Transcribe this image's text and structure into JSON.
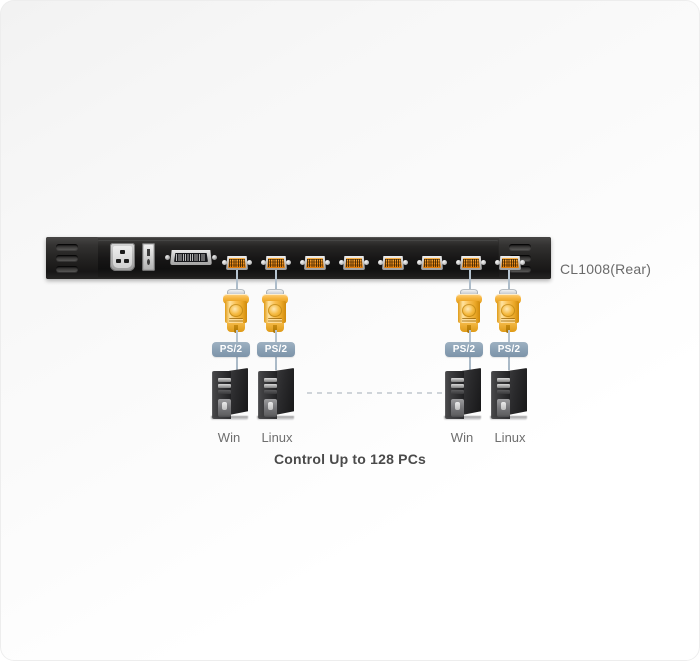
{
  "diagram": {
    "caption": "Control Up to 128 PCs",
    "device": {
      "label": "CL1008(Rear)",
      "ports": {
        "power_inlet": "power-inlet",
        "power_switch": "rocker-switch",
        "parallel_port": "db25-port",
        "vga_count": 8,
        "vga_ports": [
          "1",
          "2",
          "3",
          "4",
          "5",
          "6",
          "7",
          "8"
        ]
      },
      "brackets": [
        "left",
        "right"
      ],
      "bracket_slots": 3
    },
    "groups": [
      {
        "id": "left-group",
        "nodes": [
          {
            "adapter": "ps2-adapter",
            "badge": "PS/2",
            "label": "Win"
          },
          {
            "adapter": "ps2-adapter",
            "badge": "PS/2",
            "label": "Linux"
          }
        ]
      },
      {
        "id": "right-group",
        "nodes": [
          {
            "adapter": "ps2-adapter",
            "badge": "PS/2",
            "label": "Win"
          },
          {
            "adapter": "ps2-adapter",
            "badge": "PS/2",
            "label": "Linux"
          }
        ]
      }
    ],
    "link": {
      "style": "dashed",
      "meaning": "additional-pcs"
    },
    "colors": {
      "background": "#fbfbfb",
      "chassis": "#1a1919",
      "vga_orange": "#f7941e",
      "adapter_gold": "#f6b53f",
      "badge_blue": "#8aa0b4",
      "cable": "#aebecb",
      "label_gray": "#6e6e6e",
      "caption_gray": "#4a4a4a"
    }
  }
}
